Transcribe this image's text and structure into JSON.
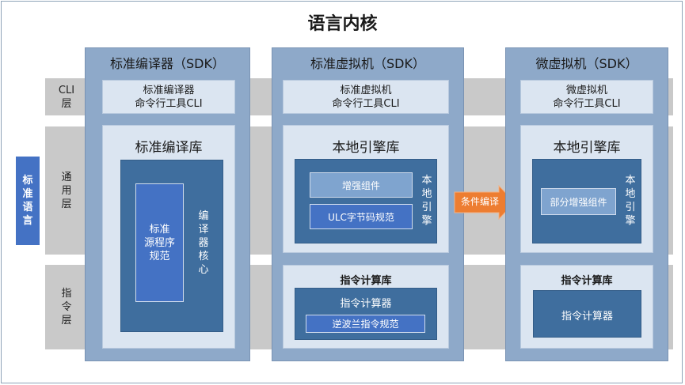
{
  "title": "语言内核",
  "side_label": "标准语言",
  "layers": {
    "cli": "CLI层",
    "common": "通用层",
    "instruction": "指令层"
  },
  "columns": {
    "compiler": {
      "title": "标准编译器（SDK）",
      "cli_line1": "标准编译器",
      "cli_line2": "命令行工具CLI",
      "lib_title": "标准编译库",
      "spec_line1": "标准",
      "spec_line2": "源程序",
      "spec_line3": "规范",
      "core_label": "编译器核心"
    },
    "vm": {
      "title": "标准虚拟机（SDK）",
      "cli_line1": "标准虚拟机",
      "cli_line2": "命令行工具CLI",
      "lib_title": "本地引擎库",
      "enhance": "增强组件",
      "ulc": "ULC字节码规范",
      "engine_label": "本地引擎",
      "calc_lib": "指令计算库",
      "calc": "指令计算器",
      "rpn": "逆波兰指令规范"
    },
    "micro": {
      "title": "微虚拟机（SDK）",
      "cli_line1": "微虚拟机",
      "cli_line2": "命令行工具CLI",
      "lib_title": "本地引擎库",
      "partial": "部分增强组件",
      "engine_label": "本地引擎",
      "calc_lib": "指令计算库",
      "calc": "指令计算器"
    }
  },
  "arrow_label": "条件编译",
  "colors": {
    "band": "#c9c9c9",
    "column": "#8ea9c9",
    "panel": "#dbe5f1",
    "dark_block": "#3f6e9e",
    "blue_block": "#4472c4",
    "light_block": "#7fa4cf",
    "arrow": "#ed7d31"
  }
}
